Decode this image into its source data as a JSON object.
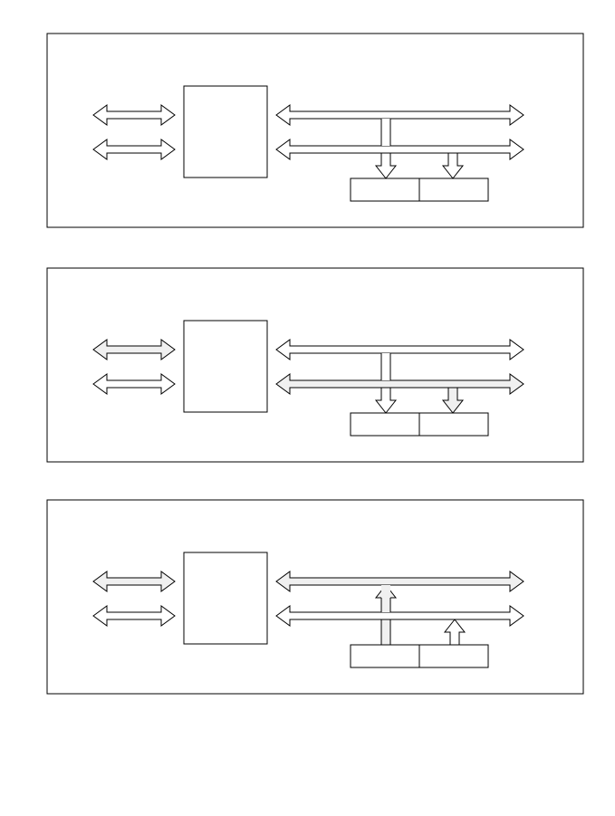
{
  "colors": {
    "stroke": "#000000",
    "background": "#ffffff",
    "arrow_fill": "#ffffff",
    "arrow_fill_highlight": "#f0f0f0"
  },
  "panels": [
    {
      "id": "panel-1",
      "left_arrows": [
        {
          "highlight": false
        },
        {
          "highlight": false
        }
      ],
      "bus_arrows": [
        {
          "highlight": false
        },
        {
          "highlight": false
        }
      ],
      "connectors": [
        {
          "source": "bus-1",
          "target": "block-left",
          "direction": "down"
        },
        {
          "source": "bus-2",
          "target": "block-right",
          "direction": "down"
        }
      ],
      "blocks": [
        "",
        ""
      ]
    },
    {
      "id": "panel-2",
      "left_arrows": [
        {
          "highlight": true
        },
        {
          "highlight": false
        }
      ],
      "bus_arrows": [
        {
          "highlight": false
        },
        {
          "highlight": true
        }
      ],
      "connectors": [
        {
          "source": "bus-1",
          "target": "block-left",
          "direction": "down"
        },
        {
          "source": "bus-2",
          "target": "block-right",
          "direction": "down"
        }
      ],
      "blocks": [
        "",
        ""
      ]
    },
    {
      "id": "panel-3",
      "left_arrows": [
        {
          "highlight": true
        },
        {
          "highlight": false
        }
      ],
      "bus_arrows": [
        {
          "highlight": true
        },
        {
          "highlight": false
        }
      ],
      "connectors": [
        {
          "source": "block-left",
          "target": "bus-1",
          "direction": "up"
        },
        {
          "source": "block-right",
          "target": "bus-2",
          "direction": "up"
        }
      ],
      "blocks": [
        "",
        ""
      ]
    }
  ]
}
